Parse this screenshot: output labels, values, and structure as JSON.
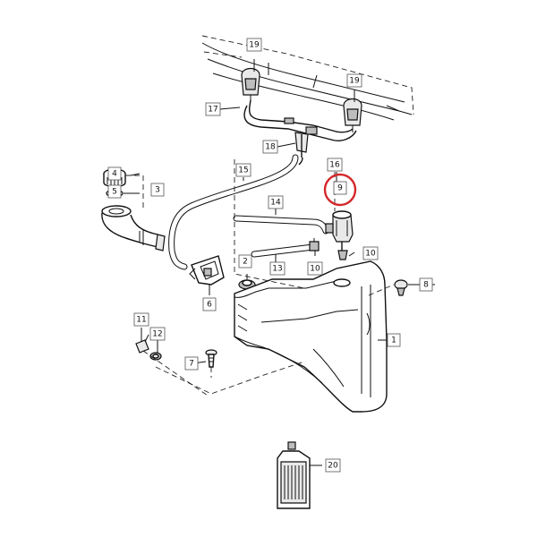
{
  "parts": [
    {
      "id": "p1",
      "label": "1"
    },
    {
      "id": "p2",
      "label": "2"
    },
    {
      "id": "p3",
      "label": "3"
    },
    {
      "id": "p4",
      "label": "4"
    },
    {
      "id": "p5",
      "label": "5"
    },
    {
      "id": "p6",
      "label": "6"
    },
    {
      "id": "p7",
      "label": "7"
    },
    {
      "id": "p8",
      "label": "8"
    },
    {
      "id": "p9",
      "label": "9"
    },
    {
      "id": "p10a",
      "label": "10"
    },
    {
      "id": "p10b",
      "label": "10"
    },
    {
      "id": "p11",
      "label": "11"
    },
    {
      "id": "p12",
      "label": "12"
    },
    {
      "id": "p13",
      "label": "13"
    },
    {
      "id": "p14",
      "label": "14"
    },
    {
      "id": "p15",
      "label": "15"
    },
    {
      "id": "p16",
      "label": "16"
    },
    {
      "id": "p17",
      "label": "17"
    },
    {
      "id": "p18",
      "label": "18"
    },
    {
      "id": "p19a",
      "label": "19"
    },
    {
      "id": "p19b",
      "label": "19"
    },
    {
      "id": "p20",
      "label": "20"
    }
  ],
  "highlight": {
    "part": "9",
    "color": "#d4282a"
  },
  "colors": {
    "line": "#111111",
    "background": "#ffffff"
  }
}
